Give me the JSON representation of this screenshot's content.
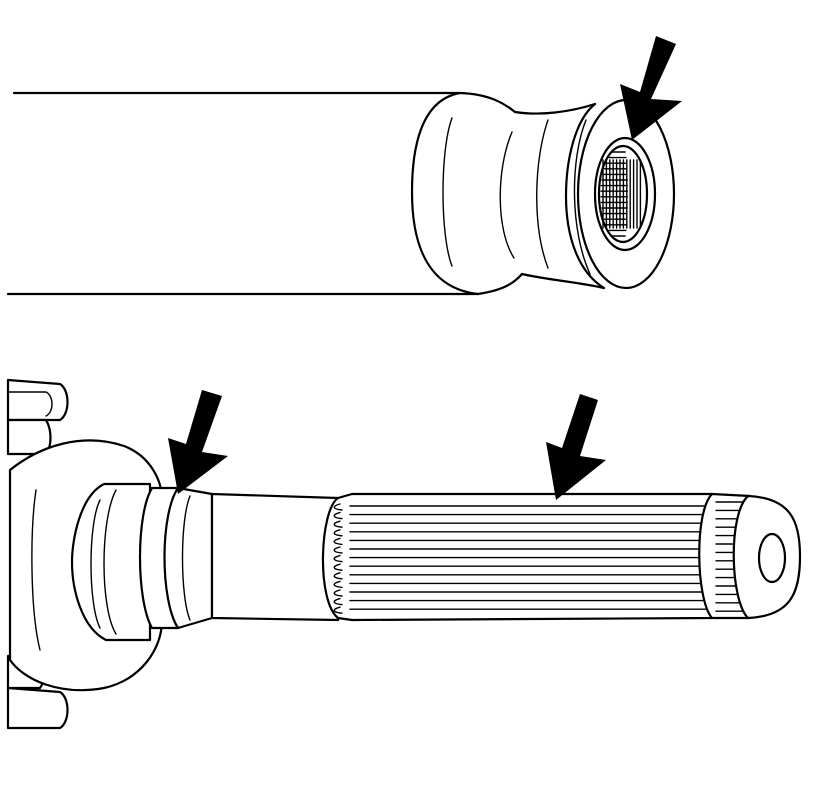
{
  "figure": {
    "background": "#ffffff",
    "line_color": "#000000",
    "components": [
      {
        "id": "driveshaft-tube",
        "label": ""
      },
      {
        "id": "output-shaft",
        "label": ""
      }
    ],
    "callouts": [
      {
        "id": "arrow-internal-splines",
        "points_to": "driveshaft-yoke-internal-splines"
      },
      {
        "id": "arrow-seal-surface",
        "points_to": "output-shaft-seal-surface"
      },
      {
        "id": "arrow-external-splines",
        "points_to": "output-shaft-external-splines"
      }
    ]
  }
}
